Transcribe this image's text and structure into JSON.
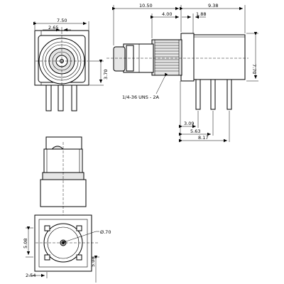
{
  "front_view": {
    "width_label": "7.50",
    "offset_label": "2.65",
    "center_height_label": "3.70"
  },
  "side_view": {
    "overall_length_label": "10.50",
    "body_length_label": "9.38",
    "thread_length_label": "4.00",
    "flange_label": "1.88",
    "height_label": "7.70",
    "thread_spec_label": "1/4-36 UNS - 2A",
    "pin_spacing_1_label": "3.09",
    "pin_spacing_2_label": "5.63",
    "pin_spacing_3_label": "8.17"
  },
  "footprint_view": {
    "row_spacing_label": "5.08",
    "hole_diameter_label": "Ø.70",
    "col_spacing_label": "2.54",
    "bottom_label": "5.08"
  }
}
